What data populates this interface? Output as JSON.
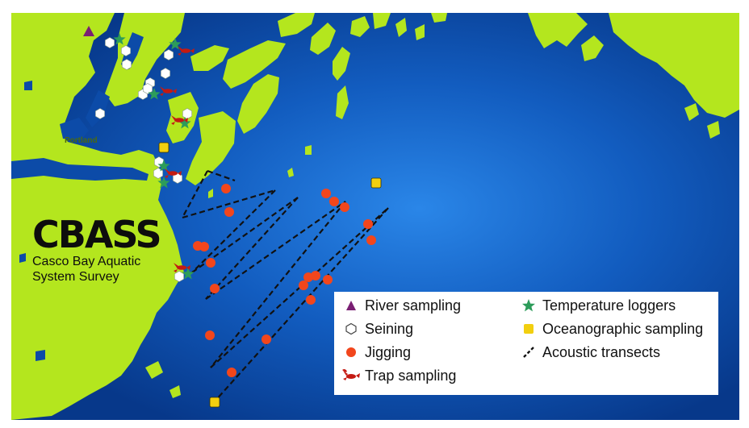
{
  "title": {
    "main": "CBASS",
    "subtitle_line1": "Casco Bay Aquatic",
    "subtitle_line2": "System Survey"
  },
  "places": {
    "portland": "Portland"
  },
  "colors": {
    "water_dark": "#083d8a",
    "water_light": "#1f73d9",
    "land": "#b4e61e",
    "land_edge": "#8fbf10",
    "jigging": "#f2461c",
    "oceanographic": "#f2cf0f",
    "temperature": "#2d9c5a",
    "river": "#7a1f73",
    "trap": "#c41a12",
    "seining": "#ffffff",
    "transect": "#111111"
  },
  "legend": {
    "items": [
      {
        "key": "river",
        "label": "River sampling",
        "icon": "triangle-icon"
      },
      {
        "key": "seining",
        "label": "Seining",
        "icon": "hexagon-icon"
      },
      {
        "key": "jigging",
        "label": "Jigging",
        "icon": "circle-icon"
      },
      {
        "key": "trap",
        "label": "Trap sampling",
        "icon": "lobster-icon"
      },
      {
        "key": "temperature",
        "label": "Temperature loggers",
        "icon": "star-icon"
      },
      {
        "key": "oceanographic",
        "label": "Oceanographic sampling",
        "icon": "square-icon"
      },
      {
        "key": "transect",
        "label": "Acoustic transects",
        "icon": "dashed-line-icon"
      }
    ]
  }
}
